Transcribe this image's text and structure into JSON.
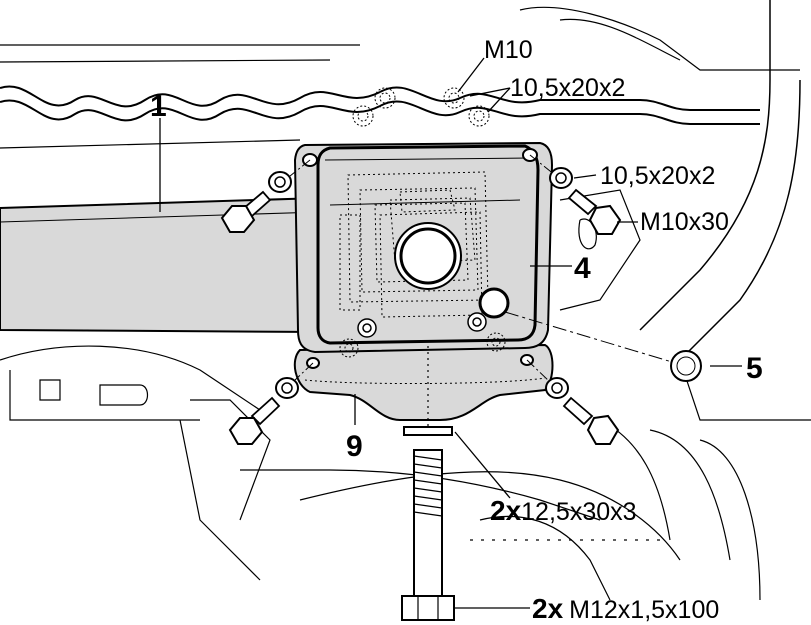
{
  "callouts": {
    "part_1": "1",
    "part_4": "4",
    "part_5": "5",
    "part_9": "9",
    "nut_top": "M10",
    "washer_top": "10,5x20x2",
    "washer_right": "10,5x20x2",
    "bolt_right": "M10x30",
    "washer_bottom_qty": "2x",
    "washer_bottom": "12,5x30x3",
    "bolt_bottom_qty": "2x",
    "bolt_bottom": "M12x1,5x100"
  },
  "colors": {
    "line": "#000000",
    "part_fill": "#d9d9d9",
    "background": "#ffffff"
  }
}
